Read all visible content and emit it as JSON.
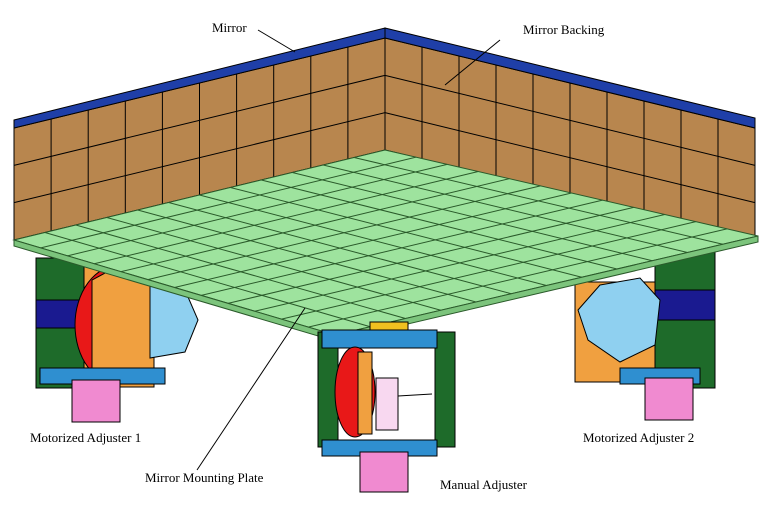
{
  "labels": {
    "mirror": "Mirror",
    "mirror_backing": "Mirror Backing",
    "motorized_adjuster_1": "Motorized Adjuster 1",
    "motorized_adjuster_2": "Motorized Adjuster 2",
    "mirror_mounting_plate": "Mirror Mounting Plate",
    "manual_adjuster": "Manual Adjuster"
  },
  "colors": {
    "mirror": "#1f3fa8",
    "backing": "#b8864e",
    "plate": "#9ee39e",
    "frame_green": "#1e6b2a",
    "frame_blue": "#2f8fd0",
    "disk_red": "#e81818",
    "orange": "#f0a040",
    "light_blue": "#8fd0f0",
    "pink": "#f08ad0",
    "dark_blue": "#1a1a90"
  }
}
